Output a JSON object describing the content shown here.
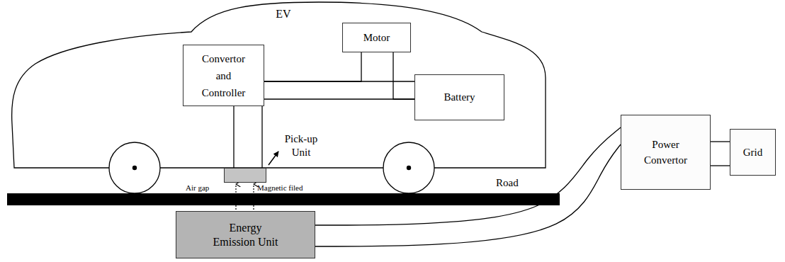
{
  "diagram": {
    "nodes": [
      {
        "text": [
          "EV"
        ]
      },
      {
        "text": [
          "Motor"
        ],
        "in": 0
      },
      {
        "text": [
          "Convertor and Controller"
        ],
        "in": 0
      },
      {
        "text": [
          "Battery"
        ],
        "in": 0
      },
      {
        "text": [
          "Pick-up Unit"
        ]
      },
      {
        "text": [
          "Power Convertor"
        ]
      },
      {
        "text": [
          "Grid"
        ]
      },
      {
        "text": [
          "Energy Emission Unit"
        ]
      }
    ],
    "edges": [
      {
        "from": 2,
        "to": 3,
        "arrow": "none"
      },
      {
        "from": 2,
        "to": 3,
        "arrow": "none"
      },
      {
        "from": 1,
        "to": 2,
        "arrow": "none"
      },
      {
        "from": 1,
        "to": 3,
        "arrow": "none"
      },
      {
        "from": 2,
        "to": 4,
        "arrow": "none"
      },
      {
        "from": 2,
        "to": 4,
        "arrow": "none"
      },
      {
        "from": 7,
        "to": 4,
        "arrow": "to"
      },
      {
        "from": 7,
        "to": 4,
        "arrow": "to"
      },
      {
        "from": 7,
        "to": 5,
        "arrow": "none"
      },
      {
        "from": 7,
        "to": 5,
        "arrow": "none"
      },
      {
        "from": 5,
        "to": 6,
        "arrow": "none"
      },
      {
        "from": 5,
        "to": 6,
        "arrow": "none"
      }
    ],
    "labels": [
      "Air gap",
      "Magnetic filed",
      "Road"
    ]
  }
}
